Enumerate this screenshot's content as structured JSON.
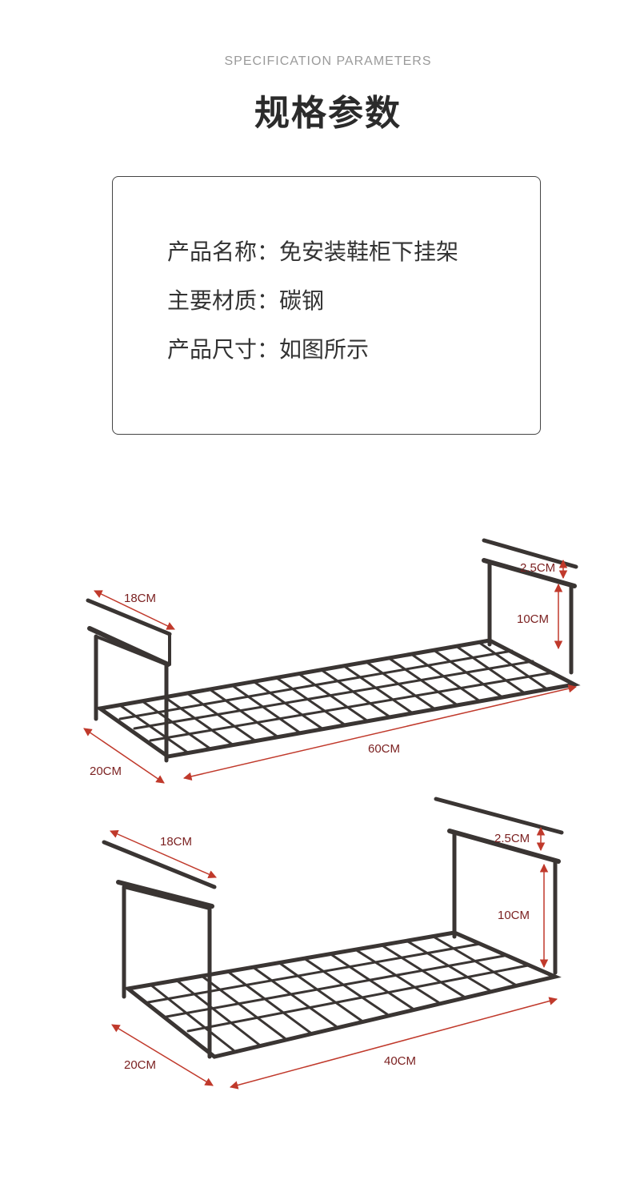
{
  "header": {
    "subtitle_en": "SPECIFICATION PARAMETERS",
    "title_cn": "规格参数"
  },
  "specs": [
    {
      "label": "产品名称：",
      "value": "免安装鞋柜下挂架"
    },
    {
      "label": "主要材质：",
      "value": "碳钢"
    },
    {
      "label": "产品尺寸：",
      "value": "如图所示"
    }
  ],
  "diagram_large": {
    "depth_top": "18CM",
    "hook": "2.5CM",
    "height": "10CM",
    "length": "60CM",
    "width": "20CM"
  },
  "diagram_small": {
    "depth_top": "18CM",
    "hook": "2.5CM",
    "height": "10CM",
    "length": "40CM",
    "width": "20CM"
  },
  "colors": {
    "rack": "#3a3533",
    "dimension": "#c0392b"
  }
}
